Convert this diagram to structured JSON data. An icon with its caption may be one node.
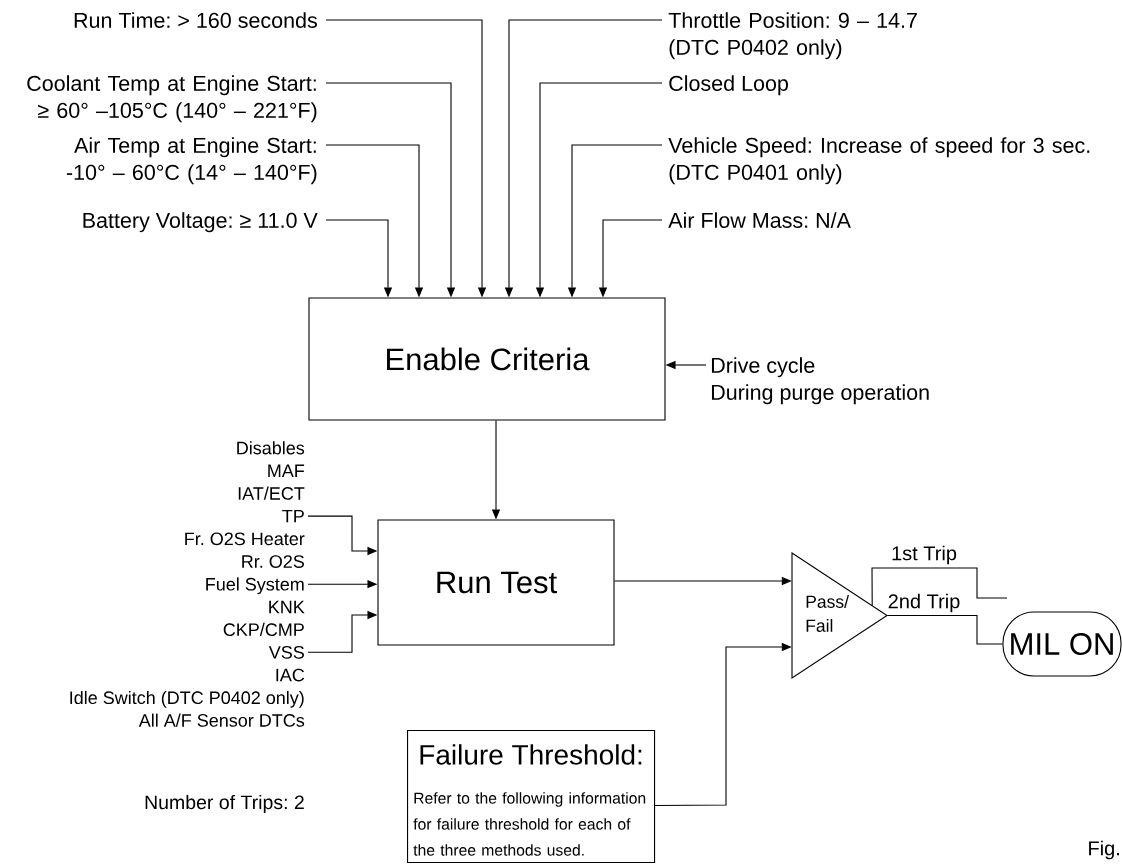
{
  "diagram": {
    "nodes": [
      {
        "text": [
          "Run Time: > 160 seconds"
        ]
      },
      {
        "text": [
          "Coolant Temp at Engine Start: ≥ 60° –105°C (140° – 221°F)"
        ]
      },
      {
        "text": [
          "Air Temp at Engine Start: -10° – 60°C (14° – 140°F)"
        ]
      },
      {
        "text": [
          "Battery Voltage: ≥ 11.0 V"
        ]
      },
      {
        "text": [
          "Throttle Position: 9 – 14.7 (DTC P0402 only)"
        ]
      },
      {
        "text": [
          "Closed Loop"
        ]
      },
      {
        "text": [
          "Vehicle Speed: Increase of speed for 3 sec. (DTC P0401 only)"
        ]
      },
      {
        "text": [
          "Air Flow Mass: N/A"
        ]
      },
      {
        "text": [
          "Enable Criteria"
        ]
      },
      {
        "text": [
          "Drive cycle",
          "During purge operation"
        ]
      },
      {
        "text": [
          "Disables",
          "MAF",
          "IAT/ECT",
          "TP",
          "Fr. O2S Heater",
          "Rr. O2S",
          "Fuel System",
          "KNK",
          "CKP/CMP",
          "VSS",
          "IAC",
          "Idle Switch (DTC P0402 only)",
          "All A/F Sensor DTCs"
        ]
      },
      {
        "text": [
          "Run Test"
        ]
      },
      {
        "text": [
          "Pass/ Fail"
        ]
      },
      {
        "text": [
          "Failure Threshold:",
          "Refer to the following information for failure threshold for each of the three methods used."
        ]
      },
      {
        "text": [
          "MIL ON"
        ]
      }
    ],
    "edges": [
      {
        "from": 0,
        "to": 8,
        "arrow": "to"
      },
      {
        "from": 1,
        "to": 8,
        "arrow": "to"
      },
      {
        "from": 2,
        "to": 8,
        "arrow": "to"
      },
      {
        "from": 3,
        "to": 8,
        "arrow": "to"
      },
      {
        "from": 4,
        "to": 8,
        "arrow": "to"
      },
      {
        "from": 5,
        "to": 8,
        "arrow": "to"
      },
      {
        "from": 6,
        "to": 8,
        "arrow": "to"
      },
      {
        "from": 7,
        "to": 8,
        "arrow": "to"
      },
      {
        "from": 9,
        "to": 8,
        "arrow": "to"
      },
      {
        "from": 8,
        "to": 11,
        "arrow": "to"
      },
      {
        "from": 10,
        "to": 11,
        "arrow": "to"
      },
      {
        "from": 10,
        "to": 11,
        "arrow": "to"
      },
      {
        "from": 10,
        "to": 11,
        "arrow": "to"
      },
      {
        "from": 11,
        "to": 12,
        "arrow": "to"
      },
      {
        "from": 13,
        "to": 12,
        "arrow": "to"
      },
      {
        "from": 12,
        "to": null,
        "arrow": "none",
        "label": "1st Trip"
      },
      {
        "from": 12,
        "to": 14,
        "arrow": "none",
        "label": "2nd Trip"
      }
    ],
    "labels": [
      "Number of Trips: 2",
      "Fig."
    ]
  }
}
